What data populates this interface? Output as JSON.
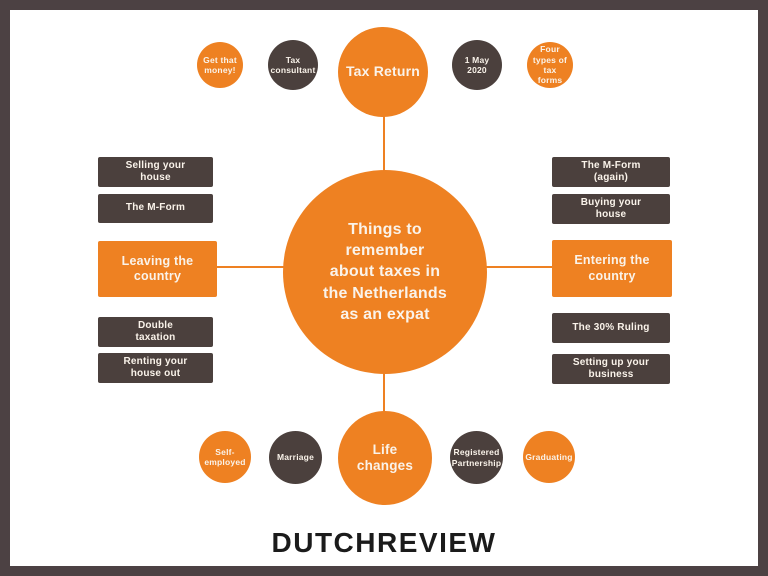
{
  "palette": {
    "orange": "#ee8122",
    "dark_brown": "#4b403d",
    "frame_border": "#4c4143",
    "background": "#ffffff",
    "light_text": "#faf3ea",
    "logo_text": "#1b1b1b"
  },
  "center": {
    "label": "Things to remember about taxes in the Netherlands as an expat"
  },
  "top": {
    "hub": {
      "label": "Tax Return",
      "color": "orange"
    },
    "satellites": [
      {
        "label": "Get that money!",
        "color": "orange"
      },
      {
        "label": "Tax consultant",
        "color": "dark"
      },
      {
        "label": "1 May 2020",
        "color": "dark"
      },
      {
        "label": "Four types of tax forms",
        "color": "orange"
      }
    ]
  },
  "bottom": {
    "hub": {
      "label": "Life changes",
      "color": "orange"
    },
    "satellites": [
      {
        "label": "Self-employed",
        "color": "orange"
      },
      {
        "label": "Marriage",
        "color": "dark"
      },
      {
        "label": "Registered Partnership",
        "color": "dark"
      },
      {
        "label": "Graduating",
        "color": "orange"
      }
    ]
  },
  "left": {
    "hub": {
      "label": "Leaving the country",
      "color": "orange"
    },
    "items_above": [
      {
        "label": "Selling your house"
      },
      {
        "label": "The M-Form"
      }
    ],
    "items_below": [
      {
        "label": "Double taxation"
      },
      {
        "label": "Renting your house out"
      }
    ]
  },
  "right": {
    "hub": {
      "label": "Entering the country",
      "color": "orange"
    },
    "items_above": [
      {
        "label": "The M-Form (again)"
      },
      {
        "label": "Buying your house"
      }
    ],
    "items_below": [
      {
        "label": "The 30% Ruling"
      },
      {
        "label": "Setting up your business"
      }
    ]
  },
  "footer": {
    "logo": "DUTCHREVIEW"
  }
}
